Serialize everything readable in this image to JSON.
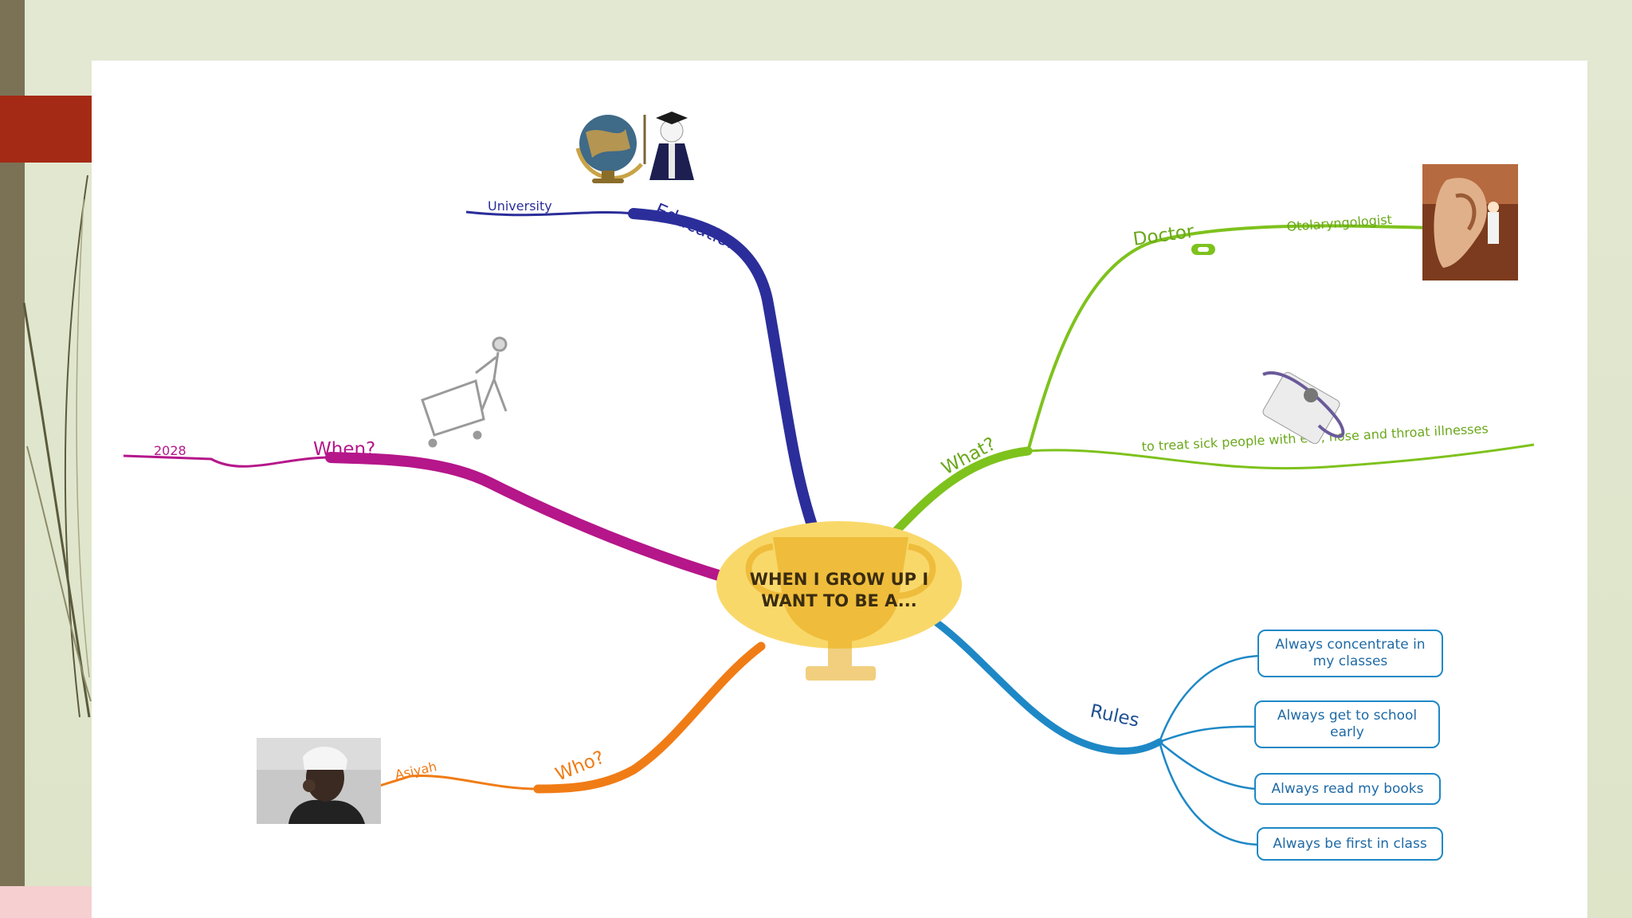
{
  "central": {
    "line1": "WHEN I GROW UP I",
    "line2": "WANT TO BE A..."
  },
  "branches": {
    "education": {
      "label": "Education",
      "sub": "University",
      "color": "#2b2e9a"
    },
    "when": {
      "label": "When?",
      "sub": "2028",
      "color": "#b5168a"
    },
    "who": {
      "label": "Who?",
      "sub": "Asiyah",
      "color": "#f07c16"
    },
    "what": {
      "label": "What?",
      "color": "#7ec21d",
      "doctor": "Doctor",
      "specialty": "Otolaryngologist",
      "purpose": "to treat sick people with ear, nose and throat illnesses"
    },
    "rules": {
      "label": "Rules",
      "color": "#1e88c6",
      "items": [
        "Always concentrate in my classes",
        "Always get to school early",
        "Always read my books",
        "Always be first in class"
      ]
    }
  },
  "icons": {
    "globe": "globe-icon",
    "graduate": "graduate-icon",
    "robot": "robot-cart-icon",
    "ear": "ear-doctor-icon",
    "stethoscope": "stethoscope-icon",
    "trophy": "trophy-icon",
    "link": "link-icon"
  }
}
